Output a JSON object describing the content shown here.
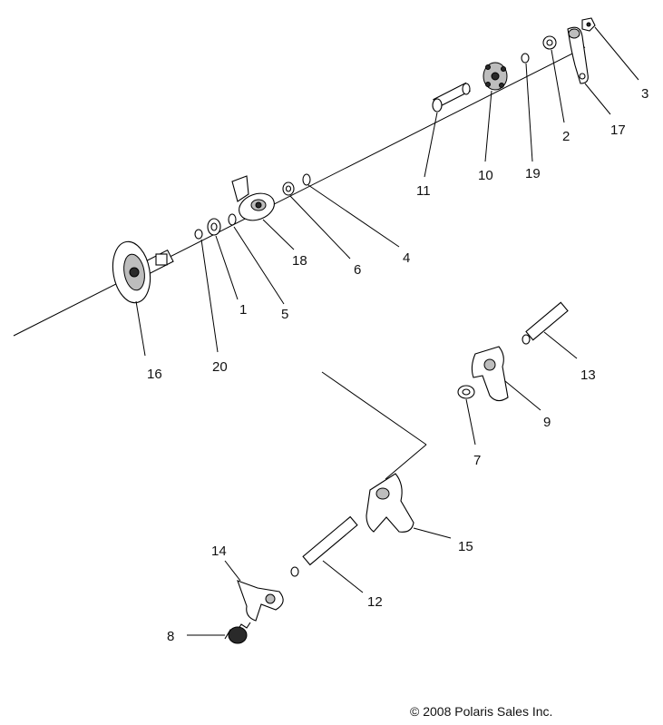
{
  "copyright": "© 2008 Polaris Sales Inc.",
  "callouts": [
    "1",
    "2",
    "3",
    "4",
    "5",
    "6",
    "7",
    "8",
    "9",
    "10",
    "11",
    "12",
    "13",
    "14",
    "15",
    "16",
    "17",
    "18",
    "19",
    "20"
  ]
}
